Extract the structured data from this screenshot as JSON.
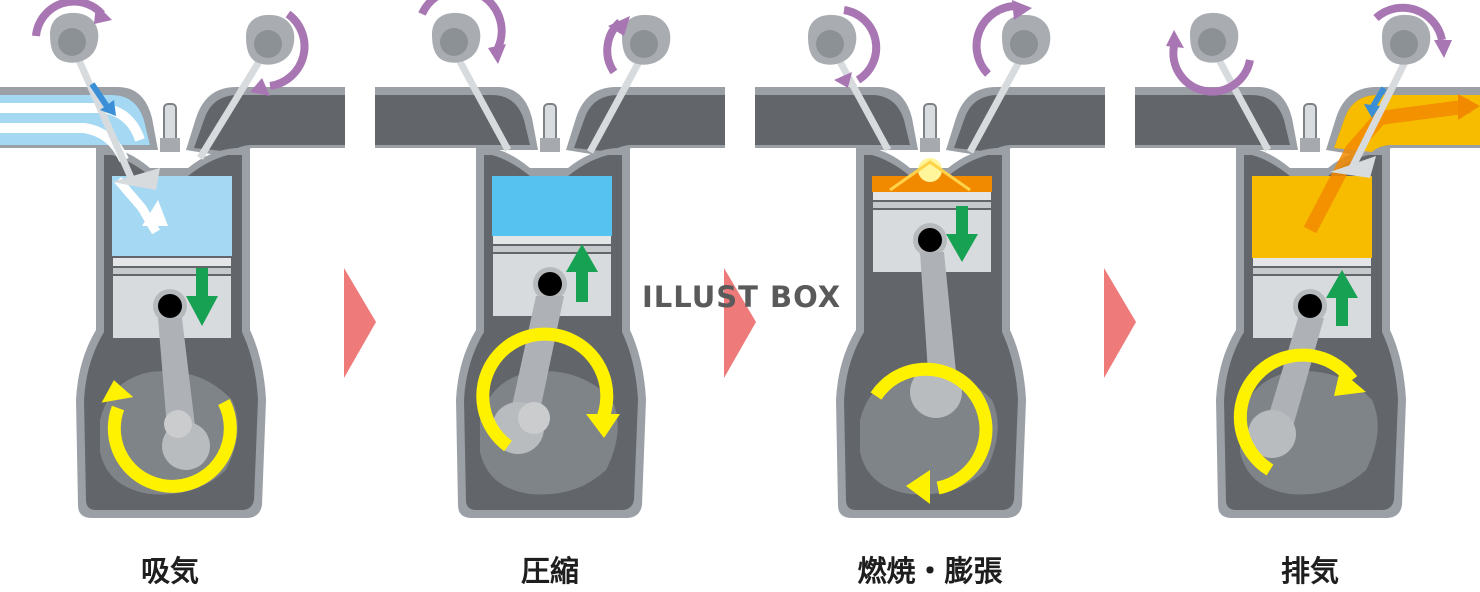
{
  "strokes": [
    {
      "label": "吸気"
    },
    {
      "label": "圧縮"
    },
    {
      "label": "燃焼・膨張"
    },
    {
      "label": "排気"
    }
  ],
  "watermark": "ILLUST BOX",
  "colors": {
    "engine_body": "#62666b",
    "engine_outline": "#9ba0a6",
    "intake_air": "#a5d8f3",
    "compressed_air": "#56c2ef",
    "combustion": "#f28a00",
    "exhaust_gas": "#f7bb00",
    "rotation_arrow": "#fff200",
    "piston_arrow": "#16a153",
    "cam_arrow": "#a877b3",
    "flow_arrow": "#ef7a7a"
  }
}
